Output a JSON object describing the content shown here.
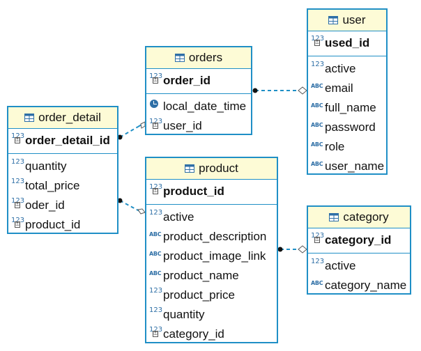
{
  "colors": {
    "border": "#1f8fc6",
    "header_bg": "#fdfbd6",
    "link": "#1f8fc6",
    "type_icon": "#2e6fa6"
  },
  "tables": {
    "user": {
      "name": "user",
      "pk": {
        "name": "used_id",
        "icon": "number-key-icon"
      },
      "columns": [
        {
          "name": "active",
          "icon": "number-icon"
        },
        {
          "name": "email",
          "icon": "text-icon"
        },
        {
          "name": "full_name",
          "icon": "text-icon"
        },
        {
          "name": "password",
          "icon": "text-icon"
        },
        {
          "name": "role",
          "icon": "text-icon"
        },
        {
          "name": "user_name",
          "icon": "text-icon"
        }
      ]
    },
    "orders": {
      "name": "orders",
      "pk": {
        "name": "order_id",
        "icon": "number-key-icon"
      },
      "columns": [
        {
          "name": "local_date_time",
          "icon": "datetime-icon"
        },
        {
          "name": "user_id",
          "icon": "number-fk-icon"
        }
      ]
    },
    "order_detail": {
      "name": "order_detail",
      "pk": {
        "name": "order_detail_id",
        "icon": "number-key-icon"
      },
      "columns": [
        {
          "name": "quantity",
          "icon": "number-icon"
        },
        {
          "name": "total_price",
          "icon": "number-icon"
        },
        {
          "name": "oder_id",
          "icon": "number-fk-icon"
        },
        {
          "name": "product_id",
          "icon": "number-fk-icon"
        }
      ]
    },
    "product": {
      "name": "product",
      "pk": {
        "name": "product_id",
        "icon": "number-key-icon"
      },
      "columns": [
        {
          "name": "active",
          "icon": "number-icon"
        },
        {
          "name": "product_description",
          "icon": "text-icon"
        },
        {
          "name": "product_image_link",
          "icon": "text-icon"
        },
        {
          "name": "product_name",
          "icon": "text-icon"
        },
        {
          "name": "product_price",
          "icon": "number-icon"
        },
        {
          "name": "quantity",
          "icon": "number-icon"
        },
        {
          "name": "category_id",
          "icon": "number-fk-icon"
        }
      ]
    },
    "category": {
      "name": "category",
      "pk": {
        "name": "category_id",
        "icon": "number-key-icon"
      },
      "columns": [
        {
          "name": "active",
          "icon": "number-icon"
        },
        {
          "name": "category_name",
          "icon": "text-icon"
        }
      ]
    }
  },
  "relationships": [
    {
      "from": "orders",
      "to": "user"
    },
    {
      "from": "order_detail",
      "to": "orders"
    },
    {
      "from": "order_detail",
      "to": "product"
    },
    {
      "from": "product",
      "to": "category"
    }
  ]
}
